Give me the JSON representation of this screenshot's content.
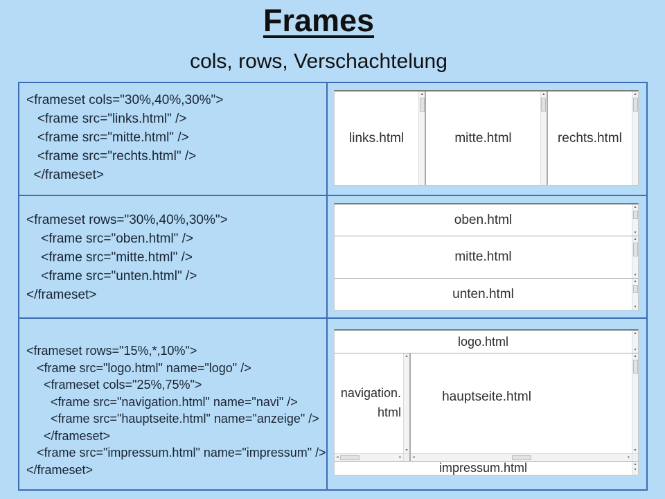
{
  "slide": {
    "title": "Frames",
    "subtitle": "cols, rows, Verschachtelung"
  },
  "icons": {
    "scroll_up": "▴",
    "scroll_down": "▾",
    "scroll_left": "◂",
    "scroll_right": "▸"
  },
  "colors": {
    "background": "#b5dbf6",
    "table_border": "#3c6cb4",
    "code_text": "#1a2433",
    "frame_background": "#ffffff",
    "frame_top_border": "#7a7a7a",
    "frame_separator": "#a9a9a9"
  },
  "examples": [
    {
      "id": "cols",
      "code_lines": [
        "<frameset cols=\"30%,40%,30%\">",
        "   <frame src=\"links.html\" />",
        "   <frame src=\"mitte.html\" />",
        "   <frame src=\"rechts.html\" />",
        "  </frameset>"
      ],
      "preview": {
        "layout": "columns",
        "frames": [
          "links.html",
          "mitte.html",
          "rechts.html"
        ]
      }
    },
    {
      "id": "rows",
      "code_lines": [
        "<frameset rows=\"30%,40%,30%\">",
        "    <frame src=\"oben.html\" />",
        "    <frame src=\"mitte.html\" />",
        "    <frame src=\"unten.html\" />",
        "</frameset>"
      ],
      "preview": {
        "layout": "rows",
        "frames": [
          "oben.html",
          "mitte.html",
          "unten.html"
        ]
      }
    },
    {
      "id": "nested",
      "code_lines": [
        "<frameset rows=\"15%,*,10%\">",
        "   <frame src=\"logo.html\" name=\"logo\" />",
        "     <frameset cols=\"25%,75%\">",
        "       <frame src=\"navigation.html\" name=\"navi\" />",
        "       <frame src=\"hauptseite.html\" name=\"anzeige\" />",
        "     </frameset>",
        "   <frame src=\"impressum.html\" name=\"impressum\" />",
        "</frameset>"
      ],
      "preview": {
        "layout": "nested",
        "top": "logo.html",
        "left_lines": [
          "navigation.",
          "html"
        ],
        "main": "hauptseite.html",
        "bottom": "impressum.html"
      }
    }
  ]
}
